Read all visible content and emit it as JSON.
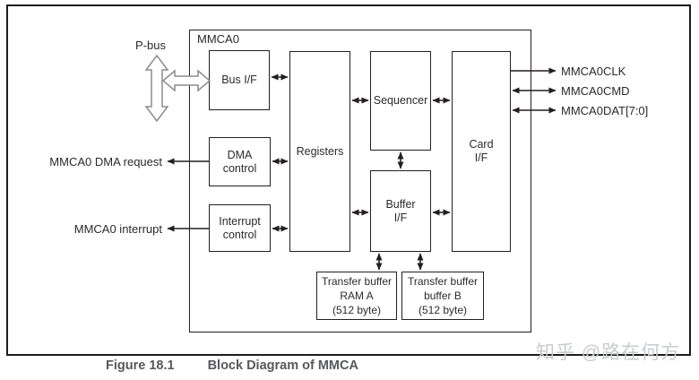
{
  "figure_caption": {
    "label": "Figure 18.1",
    "title": "Block Diagram of MMCA"
  },
  "watermark": "知乎 @路在何方",
  "diagram": {
    "container_label": "MMCA0",
    "blocks": {
      "bus_if": "Bus I/F",
      "dma_control": "DMA\ncontrol",
      "interrupt_control": "Interrupt\ncontrol",
      "registers": "Registers",
      "sequencer": "Sequencer",
      "buffer_if": "Buffer\nI/F",
      "card_if": "Card\nI/F",
      "transfer_ram_a": "Transfer buffer\nRAM A\n(512 byte)",
      "transfer_buffer_b": "Transfer buffer\nbuffer B\n(512 byte)"
    },
    "external_labels": {
      "pbus": "P-bus",
      "dma_request": "MMCA0 DMA request",
      "interrupt": "MMCA0 interrupt",
      "clk": "MMCA0CLK",
      "cmd": "MMCA0CMD",
      "dat": "MMCA0DAT[7:0]"
    },
    "colors": {
      "line": "#231f20",
      "block_arrow_outline": "#8c8c8c",
      "caption_text": "#57585a",
      "watermark_text": "#c9cbcd"
    }
  }
}
